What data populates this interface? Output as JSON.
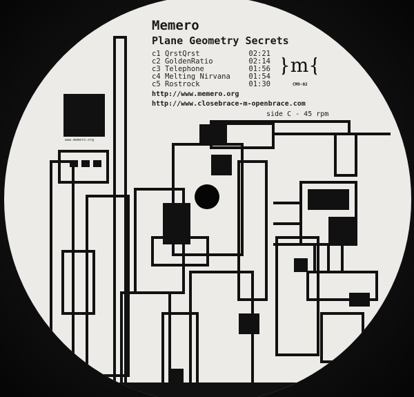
{
  "label": {
    "artist": "Memero",
    "album": "Plane Geometry Secrets",
    "tracks": [
      {
        "num": "c1",
        "title": "QrstQrst",
        "duration": "02:21"
      },
      {
        "num": "c2",
        "title": "GoldenRatio",
        "duration": "02:14"
      },
      {
        "num": "c3",
        "title": "Telephone",
        "duration": "01:56"
      },
      {
        "num": "c4",
        "title": "Melting Nirvana",
        "duration": "01:54"
      },
      {
        "num": "c5",
        "title": "Rostrock",
        "duration": "01:30"
      }
    ],
    "urls": [
      "http://www.memero.org",
      "http://www.closebrace-m-openbrace.com"
    ],
    "side_info": "side C - 45 rpm",
    "logo_text": "}m{",
    "catalog": "CMO-02",
    "photo_caption": "www.memero.org"
  },
  "colors": {
    "vinyl": "#0d0d0d",
    "label": "#ecebe8",
    "ink": "#111111"
  }
}
